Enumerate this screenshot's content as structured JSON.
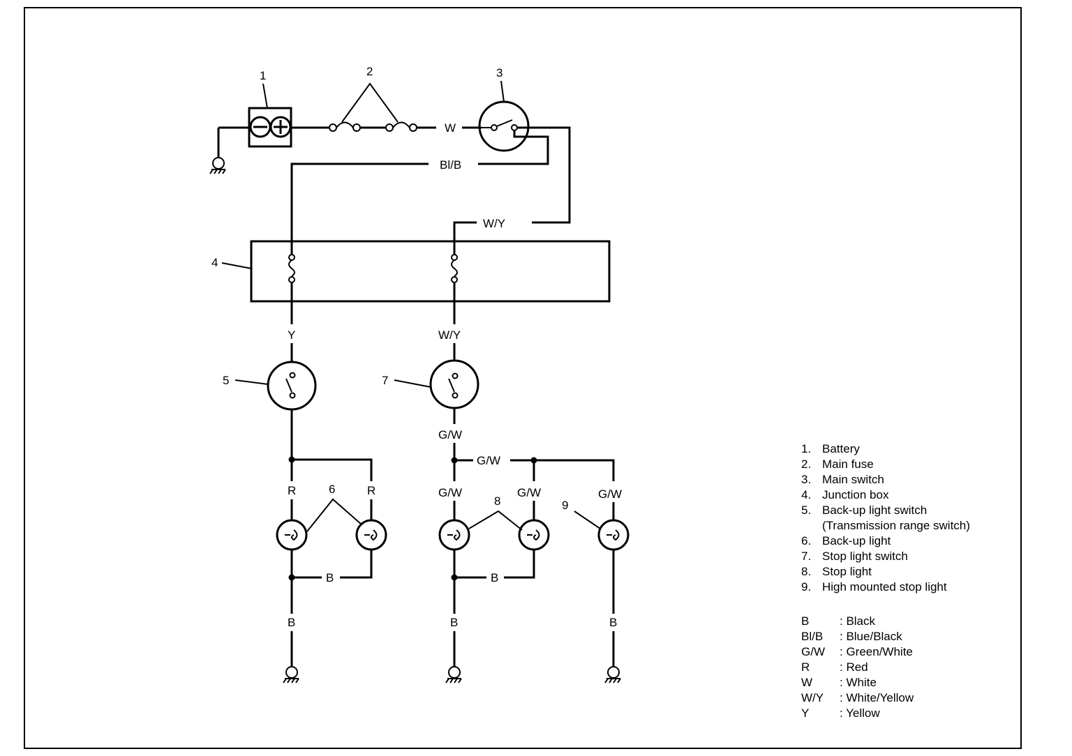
{
  "component_numbers": [
    "1",
    "2",
    "3",
    "4",
    "5",
    "6",
    "7",
    "8",
    "9"
  ],
  "wire_labels": {
    "main_w": "W",
    "bl_b": "Bl/B",
    "w_y_top": "W/Y",
    "y_out": "Y",
    "w_y_out": "W/Y",
    "g_w_from_switch": "G/W",
    "g_w_bus": "G/W",
    "g_w_stop1": "G/W",
    "g_w_stop2": "G/W",
    "g_w_high": "G/W",
    "r_left": "R",
    "r_right": "R",
    "b_backup_bus": "B",
    "b_stop_bus": "B",
    "b_ground_left": "B",
    "b_ground_mid": "B",
    "b_ground_right": "B"
  },
  "parts_legend": [
    {
      "num": "1.",
      "name": "Battery"
    },
    {
      "num": "2.",
      "name": "Main fuse"
    },
    {
      "num": "3.",
      "name": "Main switch"
    },
    {
      "num": "4.",
      "name": "Junction box"
    },
    {
      "num": "5.",
      "name": "Back-up light switch",
      "sub": "(Transmission range switch)"
    },
    {
      "num": "6.",
      "name": "Back-up light"
    },
    {
      "num": "7.",
      "name": "Stop light switch"
    },
    {
      "num": "8.",
      "name": "Stop light"
    },
    {
      "num": "9.",
      "name": "High mounted stop light"
    }
  ],
  "color_codes": [
    {
      "code": "B",
      "meaning": ": Black"
    },
    {
      "code": "Bl/B",
      "meaning": ": Blue/Black"
    },
    {
      "code": "G/W",
      "meaning": ": Green/White"
    },
    {
      "code": "R",
      "meaning": ": Red"
    },
    {
      "code": "W",
      "meaning": ": White"
    },
    {
      "code": "W/Y",
      "meaning": ": White/Yellow"
    },
    {
      "code": "Y",
      "meaning": ": Yellow"
    }
  ]
}
